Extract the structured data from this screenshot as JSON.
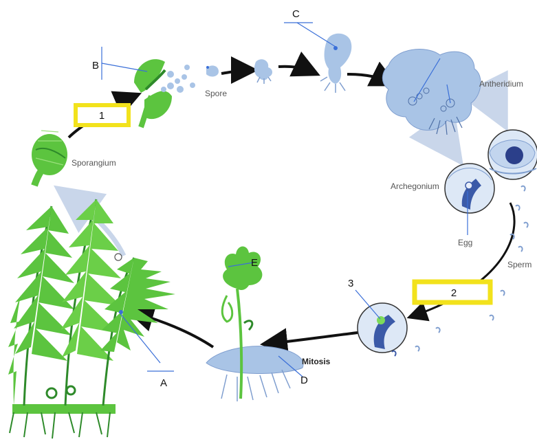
{
  "labels": {
    "a": "A",
    "b": "B",
    "c": "C",
    "d": "D",
    "e": "E",
    "blank1": "1",
    "blank2": "2",
    "three": "3"
  },
  "stages": {
    "spore": "Spore",
    "sporangium": "Sporangium",
    "antheridium": "Antheridium",
    "archegonium": "Archegonium",
    "egg": "Egg",
    "sperm": "Sperm",
    "mitosis": "Mitosis"
  },
  "colors": {
    "plant_green": "#5cc43f",
    "dark_green": "#2e8a2a",
    "pale_blue": "#a9c4e6",
    "mid_blue": "#7f9ecf",
    "highlight_yellow": "#f2e21c",
    "pointer_blue": "#3a6fd8"
  }
}
